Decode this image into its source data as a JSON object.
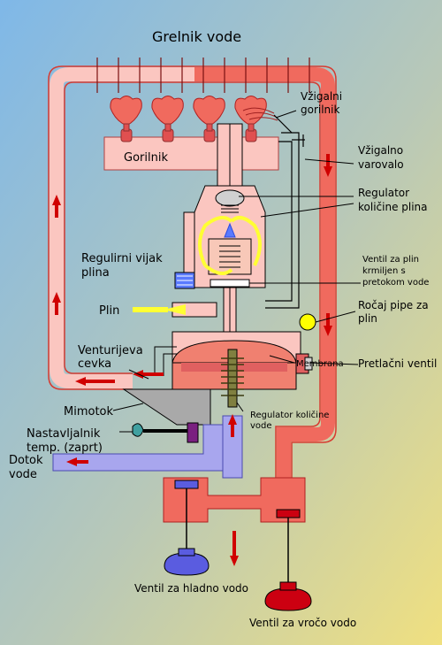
{
  "title": "Grelnik vode",
  "labels": {
    "vzigalni_gorilnik_1": "Vžigalni",
    "vzigalni_gorilnik_2": "gorilnik",
    "gorilnik": "Gorilnik",
    "vzigalno_varovalo_1": "Vžigalno",
    "vzigalno_varovalo_2": "varovalo",
    "regulator_plina_1": "Regulator",
    "regulator_plina_2": "količine plina",
    "regulirni_vijak_1": "Regulirni vijak",
    "regulirni_vijak_2": "plina",
    "ventil_plin_1": "Ventil za plin",
    "ventil_plin_2": "krmiljen s",
    "ventil_plin_3": "pretokom vode",
    "plin": "Plin",
    "rocaj_1": "Ročaj pipe za",
    "rocaj_2": "plin",
    "venturi_1": "Venturijeva",
    "venturi_2": "cevka",
    "membrana": "Membrana",
    "pretlacni": "Pretlačni ventil",
    "mimotok": "Mimotok",
    "regulator_vode_1": "Regulator količine",
    "regulator_vode_2": "vode",
    "nastavljalnik_1": "Nastavljalnik",
    "nastavljalnik_2": "temp. (zaprt)",
    "dotok_1": "Dotok",
    "dotok_2": "vode",
    "ventil_hladna": "Ventil za hladno vodo",
    "ventil_vroca": "Ventil za vročo vodo"
  },
  "colors": {
    "hot_pipe": "#f06a5e",
    "warm_pipe": "#fbc6c0",
    "cold_pipe": "#a8a6ee",
    "gas": "#ffff33",
    "gas_knob": "#ffff00",
    "cold_handle": "#5a5ce0",
    "hot_handle": "#cc0011",
    "arrow": "#d00000",
    "regulator_fill": "#ffd0c8",
    "venturi": "#a9a9a9",
    "teal_knob": "#40a0a0"
  }
}
